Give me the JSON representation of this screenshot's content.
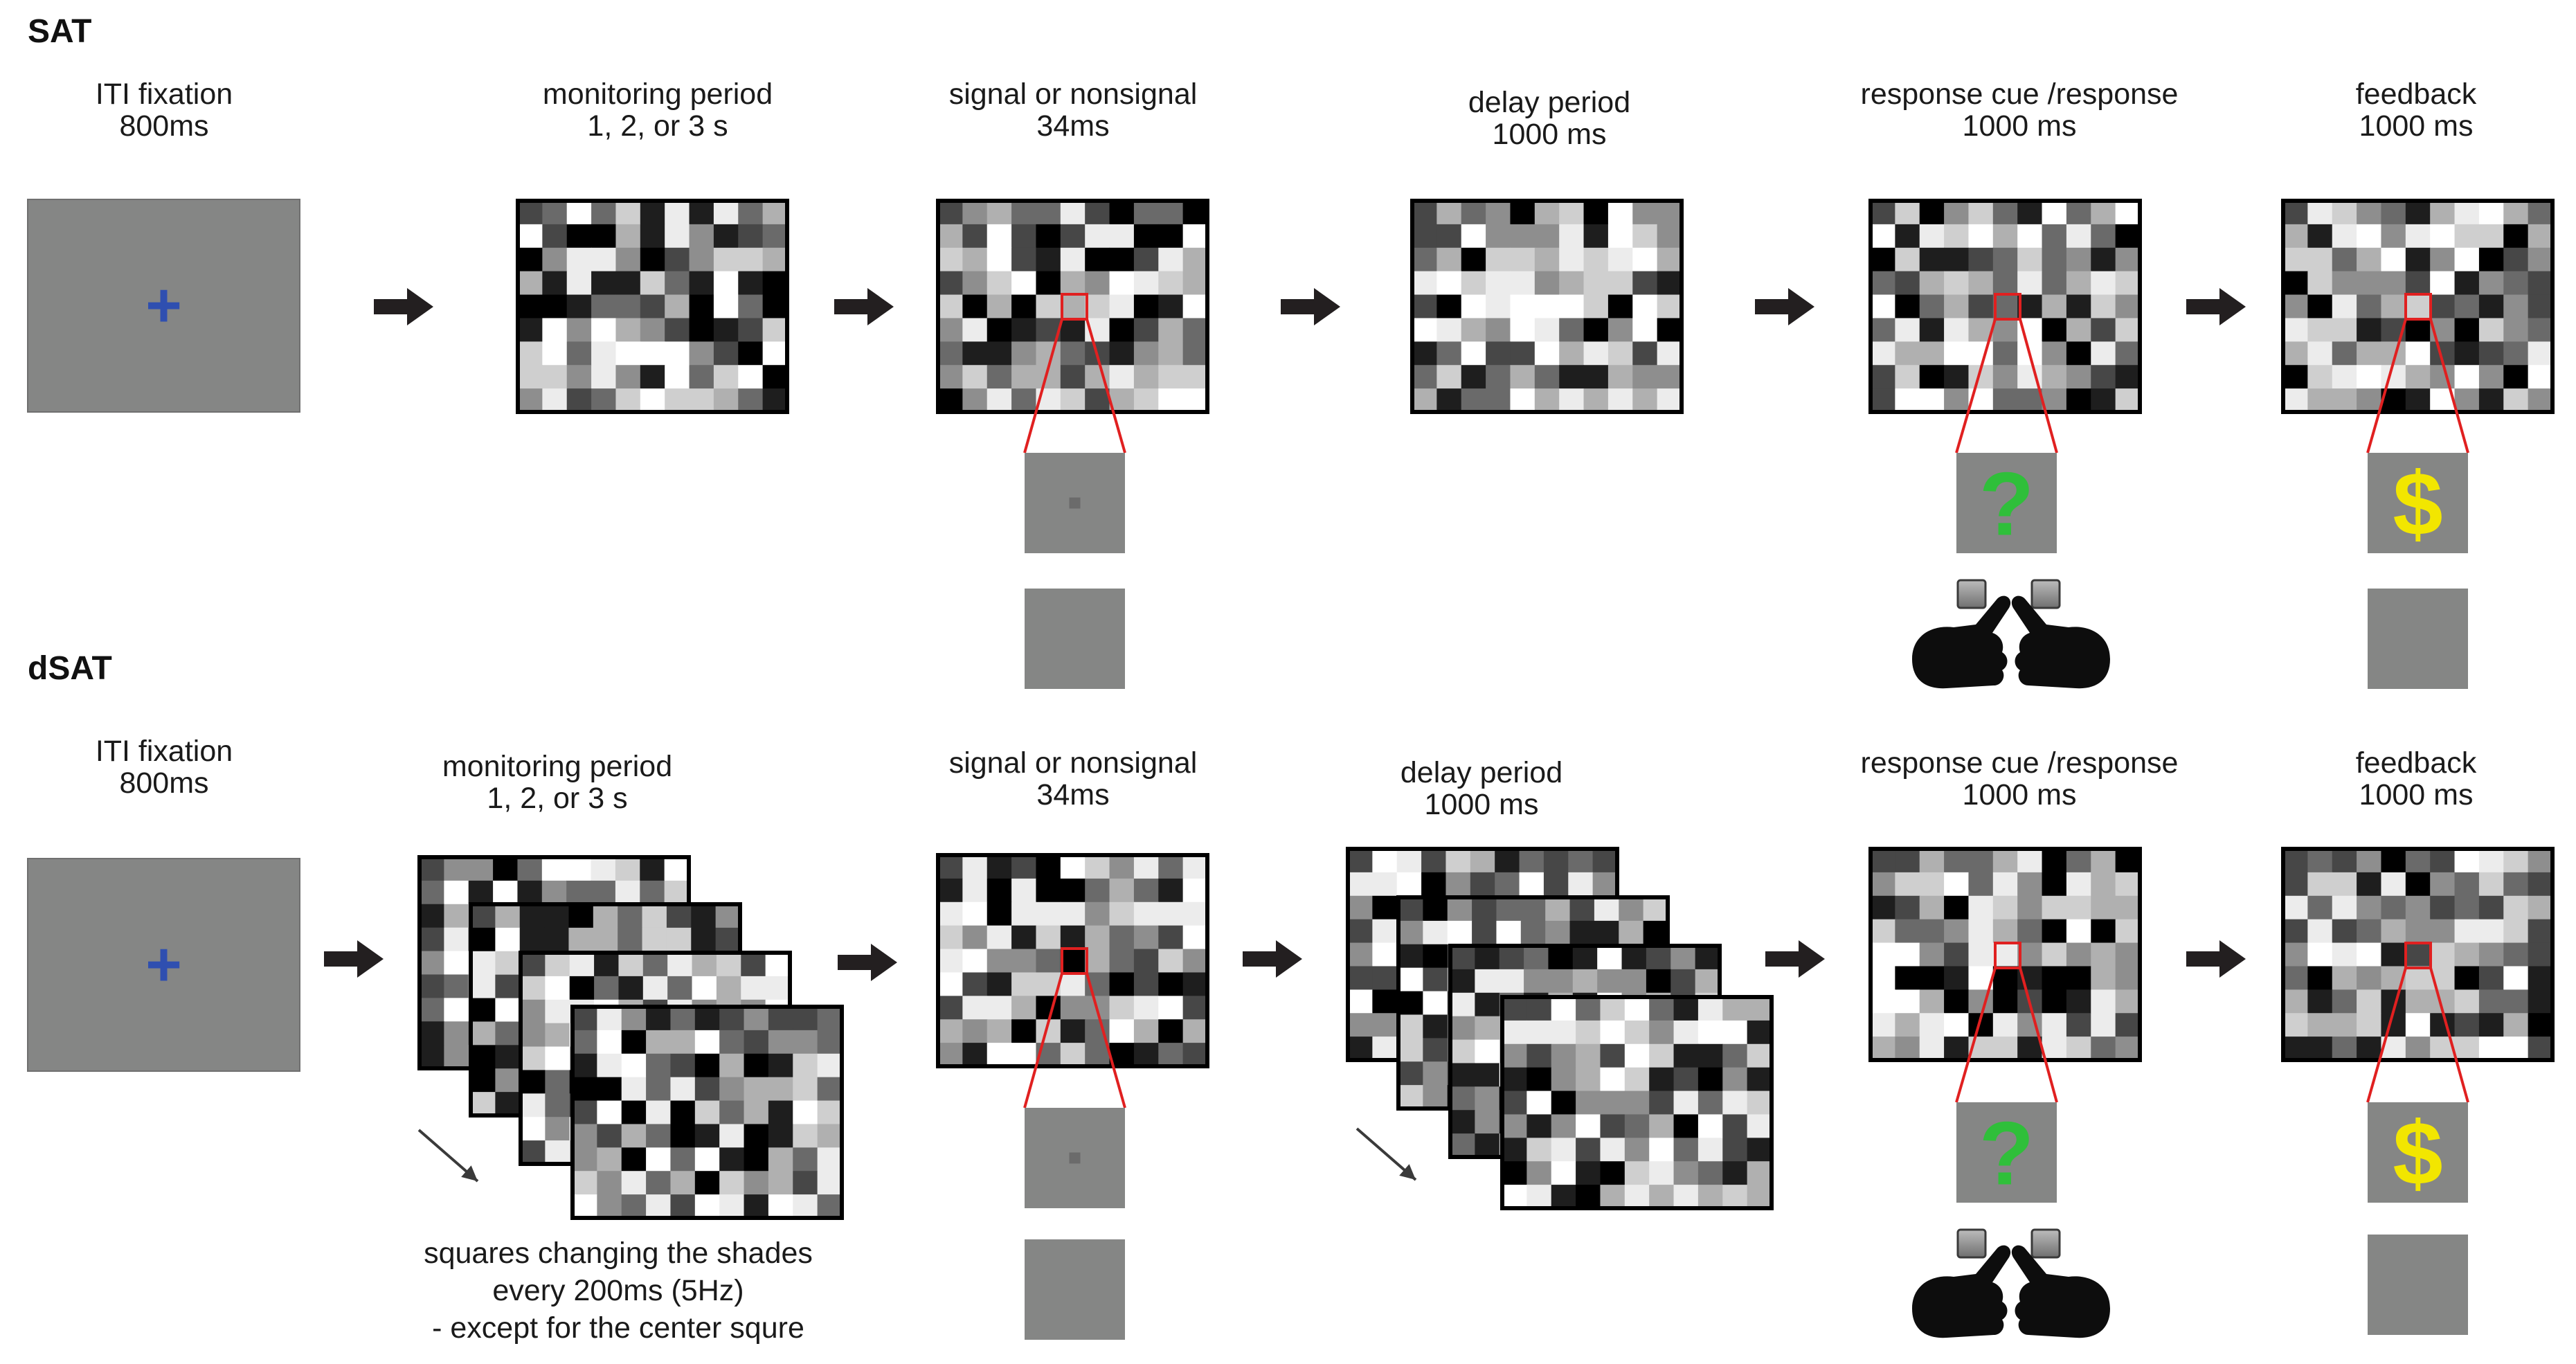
{
  "sections": {
    "sat": "SAT",
    "dsat": "dSAT"
  },
  "sat_labels": {
    "iti": [
      "ITI fixation",
      "800ms"
    ],
    "monitoring": [
      "monitoring period",
      "1, 2, or 3 s"
    ],
    "signal": [
      "signal or nonsignal",
      "34ms"
    ],
    "delay": [
      "delay period",
      "1000 ms"
    ],
    "response": [
      "response cue /response",
      "1000 ms"
    ],
    "feedback": [
      "feedback",
      "1000 ms"
    ]
  },
  "dsat_labels": {
    "iti": [
      "ITI fixation",
      "800ms"
    ],
    "monitoring": [
      "monitoring period",
      "1, 2, or 3 s"
    ],
    "signal": [
      "signal or nonsignal",
      "34ms"
    ],
    "delay": [
      "delay period",
      "1000 ms"
    ],
    "response": [
      "response cue /response",
      "1000 ms"
    ],
    "feedback": [
      "feedback",
      "1000 ms"
    ]
  },
  "note": [
    "squares changing the shades",
    "every 200ms (5Hz)",
    "- except for the center squre"
  ],
  "symbols": {
    "fixation": "+",
    "response_cue": "?",
    "feedback": "$"
  },
  "colors": {
    "screen_gray": "#858685",
    "fixation_blue": "#2f4fb0",
    "zoom_red": "#e02020",
    "cue_green": "#2fbf3a",
    "reward_yellow": "#f2e600",
    "arrow": "#231f20"
  },
  "icons": [
    "fixation-cross-icon",
    "arrow-right-icon",
    "response-key-icon",
    "hand-pointing-icon",
    "dollar-icon",
    "question-mark-icon"
  ]
}
